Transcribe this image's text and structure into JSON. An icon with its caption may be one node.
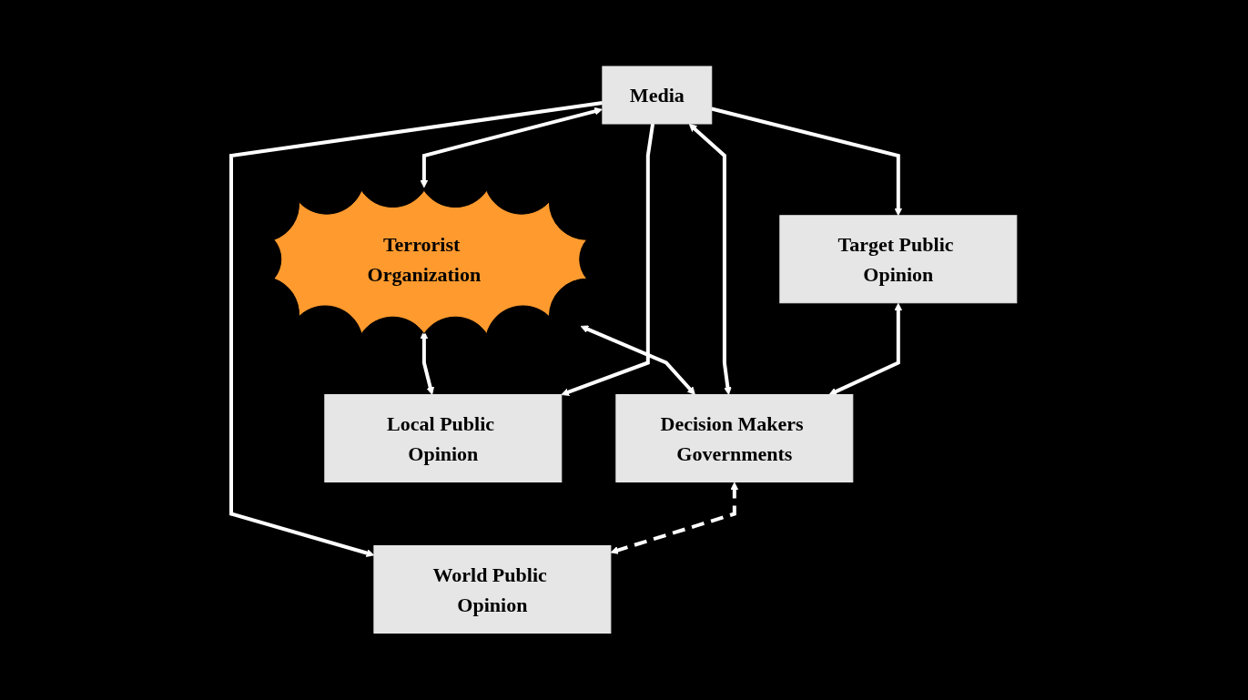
{
  "diagram": {
    "nodes": [
      {
        "text": [
          "Terrorist Organization"
        ]
      },
      {
        "text": [
          "Media"
        ]
      },
      {
        "text": [
          "Decision Makers Governments"
        ]
      },
      {
        "text": [
          "Local Public Opinion"
        ]
      },
      {
        "text": [
          "Target Public Opinion"
        ]
      },
      {
        "text": [
          "World Public Opinion"
        ]
      }
    ],
    "edges": [
      {
        "from": 1,
        "to": 0,
        "arrow": "both"
      },
      {
        "from": 0,
        "to": 2,
        "arrow": "both"
      },
      {
        "from": 1,
        "to": 2,
        "arrow": "both"
      },
      {
        "from": 0,
        "to": 3,
        "arrow": "both"
      },
      {
        "from": 1,
        "to": 3,
        "arrow": "to"
      },
      {
        "from": 1,
        "to": 4,
        "arrow": "to"
      },
      {
        "from": 1,
        "to": 5,
        "arrow": "to"
      },
      {
        "from": 4,
        "to": 2,
        "arrow": "both"
      },
      {
        "from": 2,
        "to": 5,
        "arrow": "both",
        "style": "dashed"
      }
    ]
  }
}
